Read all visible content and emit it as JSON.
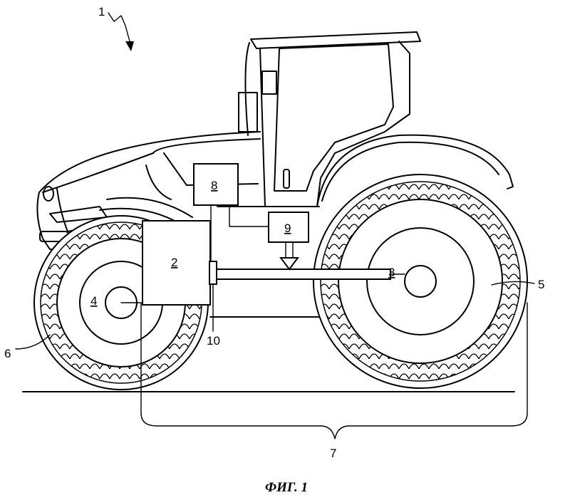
{
  "labels": {
    "tractor": "1",
    "box2": "2",
    "rear_axle": "3",
    "front_axle": "4",
    "rear_wheel": "5",
    "front_wheel": "6",
    "wheelbase": "7",
    "box8": "8",
    "box9": "9",
    "sensor10": "10"
  },
  "caption": "ФИГ. 1"
}
